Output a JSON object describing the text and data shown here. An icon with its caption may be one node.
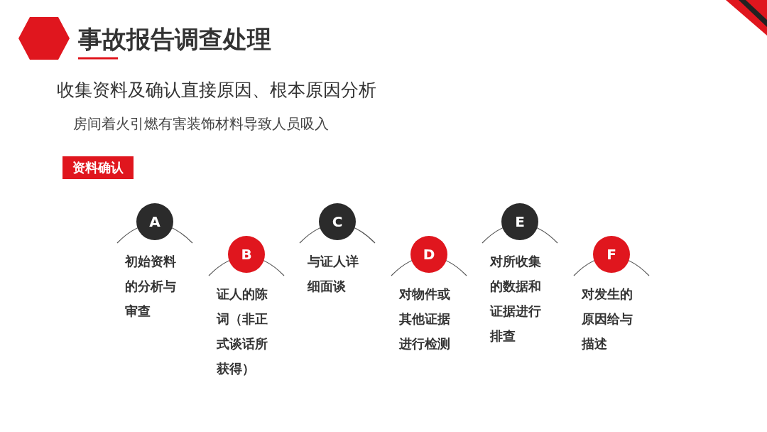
{
  "diagram": {
    "title": "事故报告调查处理",
    "nodes": [
      {
        "text": [
          "资料确认"
        ]
      },
      {
        "text": [
          "A"
        ],
        "beside": [
          "初始资料的分析与审查"
        ]
      },
      {
        "text": [
          "B"
        ],
        "beside": [
          "证人的陈词（非正式谈话所获得）"
        ]
      },
      {
        "text": [
          "C"
        ],
        "beside": [
          "与证人详细面谈"
        ]
      },
      {
        "text": [
          "D"
        ],
        "beside": [
          "对物件或其他证据进行检测"
        ]
      },
      {
        "text": [
          "E"
        ],
        "beside": [
          "对所收集的数据和证据进行排查"
        ]
      },
      {
        "text": [
          "F"
        ],
        "beside": [
          "对发生的原因给与描述"
        ]
      }
    ],
    "labels": [
      "收集资料及确认直接原因、根本原因分析",
      "房间着火引燃有害装饰材料导致人员吸入"
    ]
  }
}
